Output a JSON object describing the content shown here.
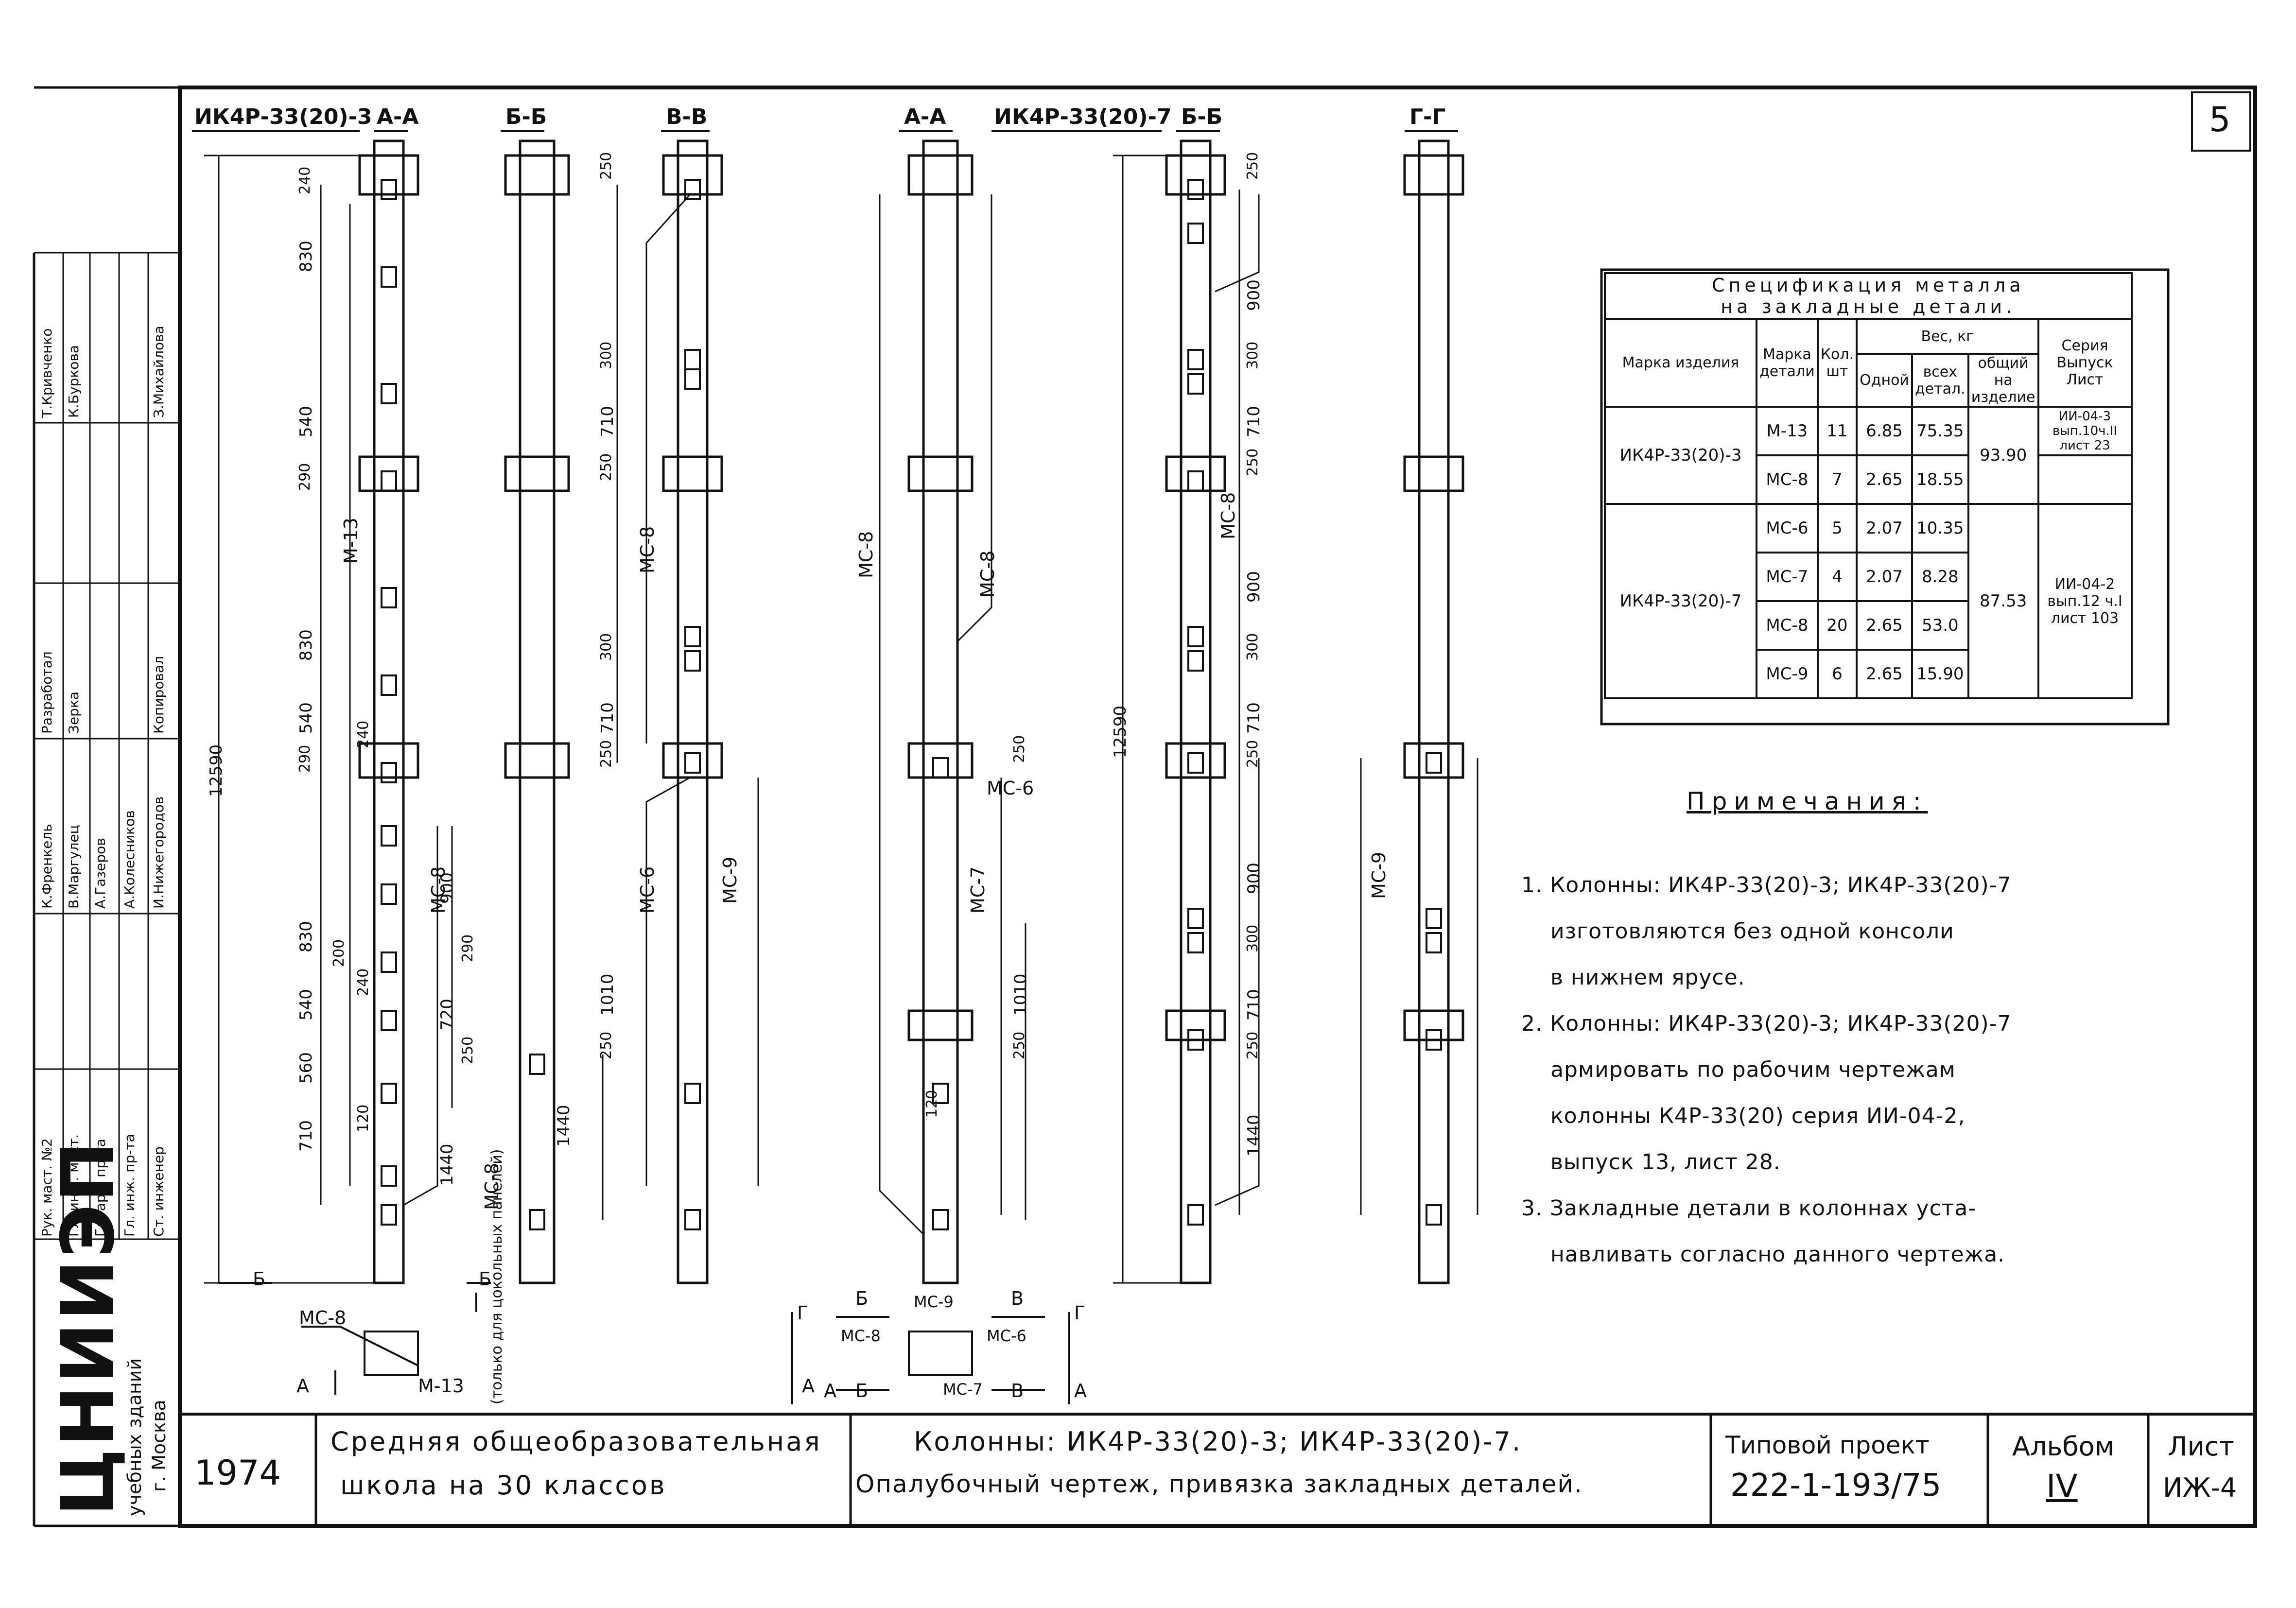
{
  "page_number": "5",
  "column1": {
    "title": "ИК4Р-33(20)-3",
    "sections": [
      "А-А",
      "Б-Б",
      "В-В"
    ]
  },
  "column2": {
    "title": "ИК4Р-33(20)-7",
    "sections": [
      "А-А",
      "Б-Б",
      "Г-Г"
    ]
  },
  "total_height": "12590",
  "dims_left": [
    "240",
    "830",
    "290",
    "540",
    "830",
    "290",
    "540",
    "240",
    "830",
    "200",
    "540",
    "560",
    "710",
    "1440",
    "900",
    "290",
    "720",
    "250",
    "240",
    "120"
  ],
  "dims_mid": [
    "250",
    "300",
    "710",
    "250",
    "300",
    "710",
    "250",
    "1010",
    "250",
    "1440"
  ],
  "dims_right": [
    "250",
    "900",
    "300",
    "710",
    "250",
    "900",
    "300",
    "710",
    "250",
    "900",
    "300",
    "710",
    "250",
    "1440",
    "250",
    "1010",
    "250",
    "120"
  ],
  "marks": [
    "М-13",
    "МС-8",
    "МС-8",
    "МС-6",
    "МС-9",
    "МС-8",
    "МС-8",
    "МС-6",
    "МС-7",
    "МС-8",
    "МС-9",
    "МС-8",
    "МС-8",
    "М-13",
    "МС-9",
    "МС-8",
    "МС-6",
    "МС-7"
  ],
  "plan_labels": [
    "Б",
    "Б",
    "А",
    "А",
    "Г",
    "Г",
    "Б",
    "В",
    "В",
    "Б",
    "А",
    "А"
  ],
  "socle_note": "(только для цокольных панелей)",
  "spec": {
    "title_line1": "Спецификация металла",
    "title_line2": "на закладные детали.",
    "h_product": "Марка изделия",
    "h_part": "Марка детали",
    "h_qty": "Кол. шт",
    "h_weight": "Вес, кг",
    "h_one": "Одной",
    "h_all": "всех детал.",
    "h_total": "общий на изделие",
    "h_series": "Серия Выпуск Лист",
    "rows": [
      {
        "product": "ИК4Р-33(20)-3",
        "part": "М-13",
        "qty": "11",
        "one": "6.85",
        "all": "75.35",
        "total": "93.90",
        "series": "ИИ-04-3 вып.10ч.II лист 23"
      },
      {
        "product": "",
        "part": "МС-8",
        "qty": "7",
        "one": "2.65",
        "all": "18.55",
        "total": "",
        "series": ""
      },
      {
        "product": "ИК4Р-33(20)-7",
        "part": "МС-6",
        "qty": "5",
        "one": "2.07",
        "all": "10.35",
        "total": "87.53",
        "series": "ИИ-04-2 вып.12 ч.I лист 103"
      },
      {
        "product": "",
        "part": "МС-7",
        "qty": "4",
        "one": "2.07",
        "all": "8.28",
        "total": "",
        "series": ""
      },
      {
        "product": "",
        "part": "МС-8",
        "qty": "20",
        "one": "2.65",
        "all": "53.0",
        "total": "",
        "series": ""
      },
      {
        "product": "",
        "part": "МС-9",
        "qty": "6",
        "one": "2.65",
        "all": "15.90",
        "total": "",
        "series": ""
      }
    ]
  },
  "notes_title": "Примечания:",
  "notes": [
    "1. Колонны: ИК4Р-33(20)-3; ИК4Р-33(20)-7",
    "изготовляются без одной консоли",
    "в нижнем ярусе.",
    "2. Колонны: ИК4Р-33(20)-3; ИК4Р-33(20)-7",
    "армировать по рабочим чертежам",
    "колонны К4Р-33(20) серия ИИ-04-2,",
    "выпуск 13, лист 28.",
    "3. Закладные детали в колоннах уста-",
    "навливать согласно данного чертежа."
  ],
  "stamp": {
    "roles": [
      "Рук. маст. №2",
      "Гл. инж. маст.",
      "Гл. арх. пр-та",
      "Гл. инж. пр-та",
      "Ст. инженер"
    ],
    "names": [
      "К.Френкель",
      "В.Маргулец",
      "А.Газеров",
      "А.Колесников",
      "И.Нижегородов"
    ],
    "roles2": [
      "Разработал",
      "Зерка",
      "",
      "Копировал"
    ],
    "names2": [
      "Т.Кривченко",
      "К.Буркова",
      "",
      "З.Михайлова"
    ]
  },
  "org": {
    "name": "ЦНИИЭП",
    "sub1": "учебных зданий",
    "sub2": "г. Москва"
  },
  "title_block": {
    "year": "1974",
    "project_name_1": "Средняя общеобразовательная",
    "project_name_2": "школа на 30 классов",
    "sheet_title_1": "Колонны: ИК4Р-33(20)-3; ИК4Р-33(20)-7.",
    "sheet_title_2": "Опалубочный чертеж, привязка закладных деталей.",
    "typ_label": "Типовой проект",
    "typ_value": "222-1-193/75",
    "album_label": "Альбом",
    "album_value": "IV",
    "sheet_label": "Лист",
    "sheet_value": "ИЖ-4"
  }
}
